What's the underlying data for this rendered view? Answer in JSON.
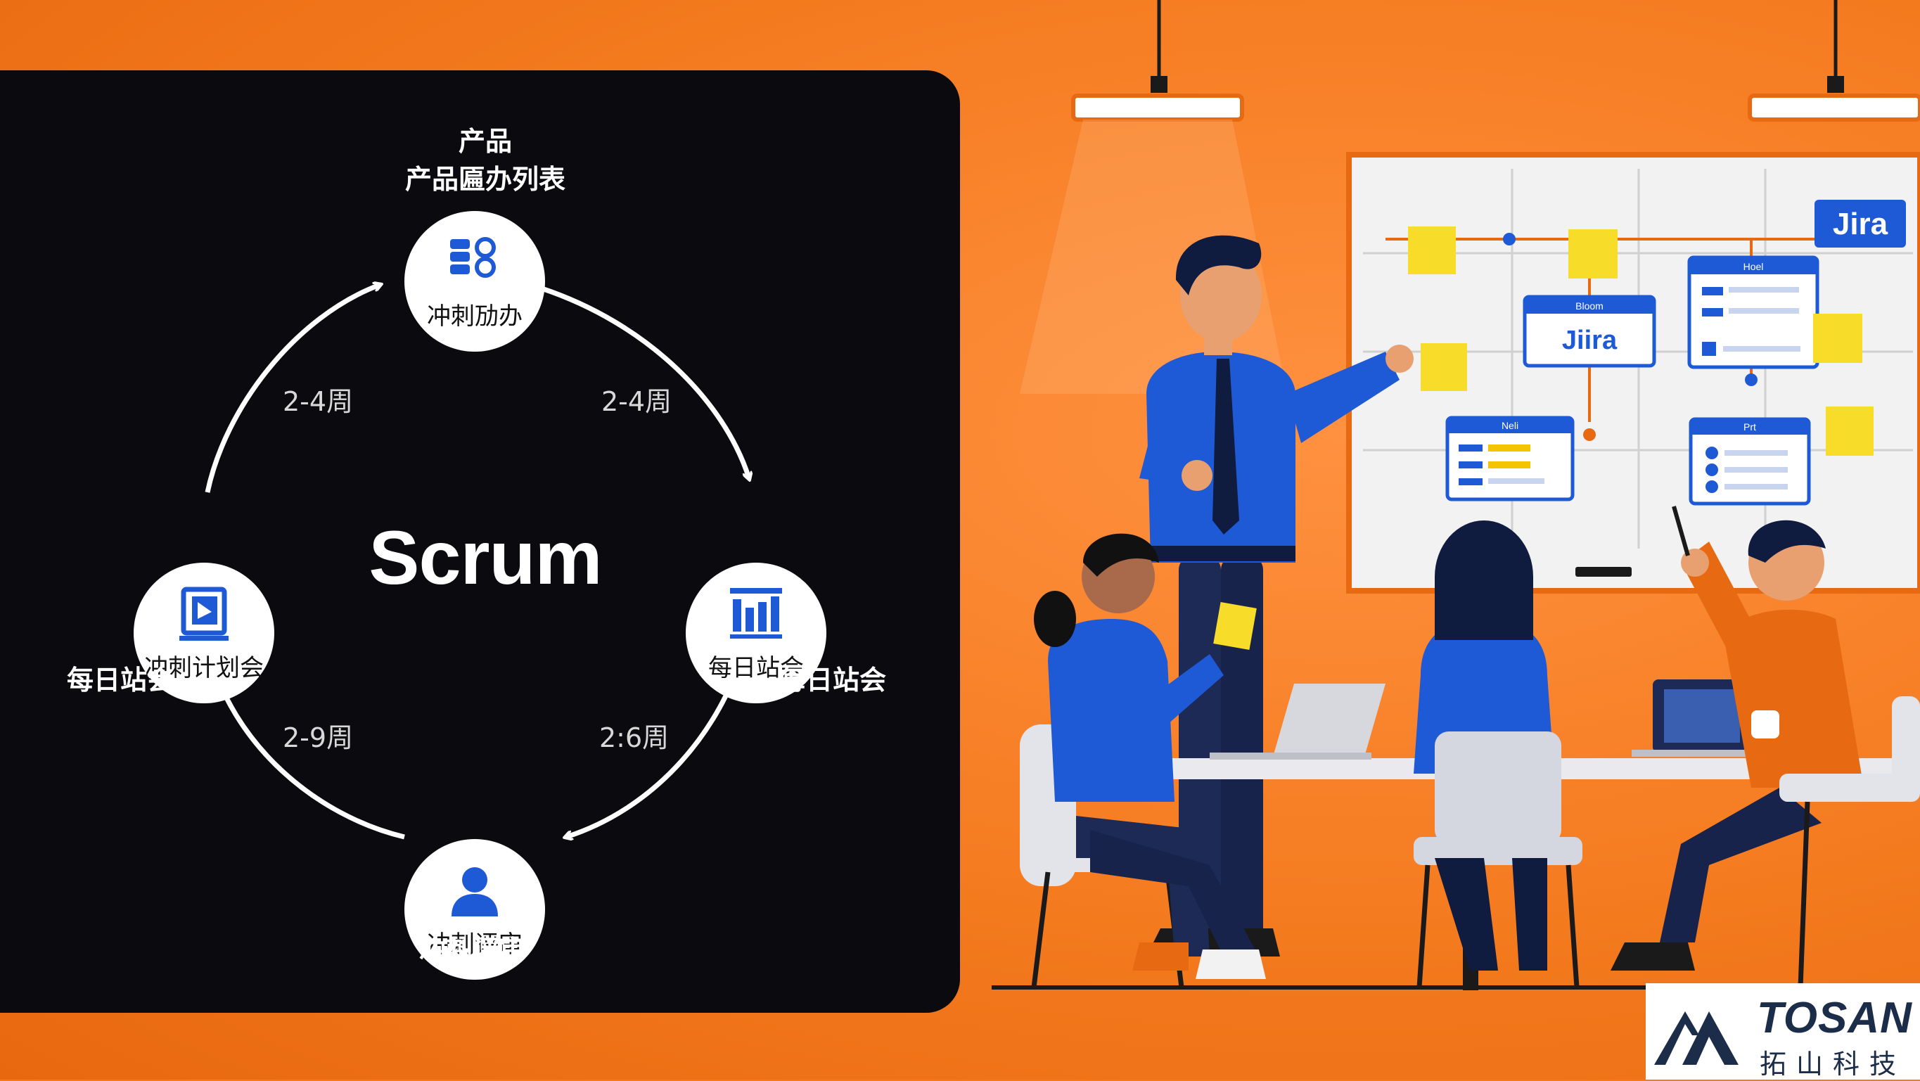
{
  "diagram": {
    "center_title": "Scrum",
    "top_caption_line1": "产品",
    "top_caption_line2": "产品匾办列表",
    "nodes": {
      "top": "冲刺劢办",
      "right": "每日站会",
      "bottom": "冲刺评审",
      "left": "冲刺计划会"
    },
    "outer_labels": {
      "right": "每日站会",
      "left": "每日站会",
      "bottom": "冲刺评审"
    },
    "durations": {
      "top_left": "2-4周",
      "top_right": "2-4周",
      "bottom_left": "2-9周",
      "bottom_right": "2:6周"
    },
    "colors": {
      "panel": "#0b0b0f",
      "accent_blue": "#1f5ad6",
      "background": "#f47a1e"
    }
  },
  "whiteboard": {
    "logo_text": "Jira",
    "center_card_text": "Jiira",
    "center_card_header": "Bloom",
    "card_headers": [
      "Hoel",
      "Neli",
      "Prt"
    ]
  },
  "brand": {
    "name": "TOSAN",
    "subtitle": "拓山科技"
  }
}
